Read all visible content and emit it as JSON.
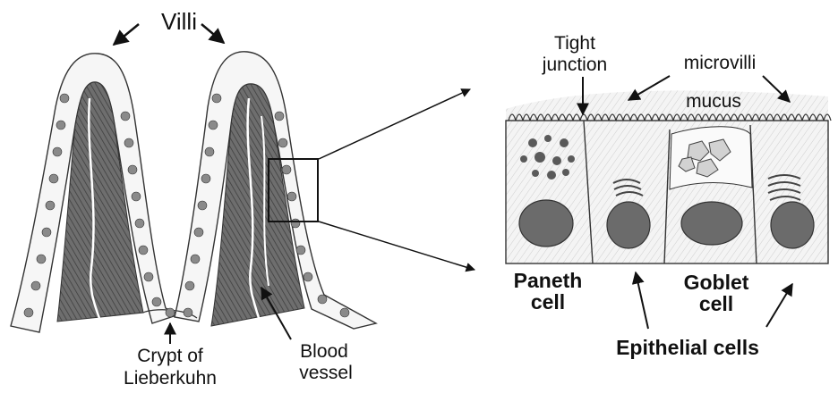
{
  "labels": {
    "villi": "Villi",
    "tight_junction_line1": "Tight",
    "tight_junction_line2": "junction",
    "microvilli": "microvilli",
    "mucus": "mucus",
    "crypt_line1": "Crypt of",
    "crypt_line2": "Lieberkuhn",
    "blood_line1": "Blood",
    "blood_line2": "vessel",
    "paneth_line1": "Paneth",
    "paneth_line2": "cell",
    "goblet_line1": "Goblet",
    "goblet_line2": "cell",
    "epithelial": "Epithelial cells"
  }
}
